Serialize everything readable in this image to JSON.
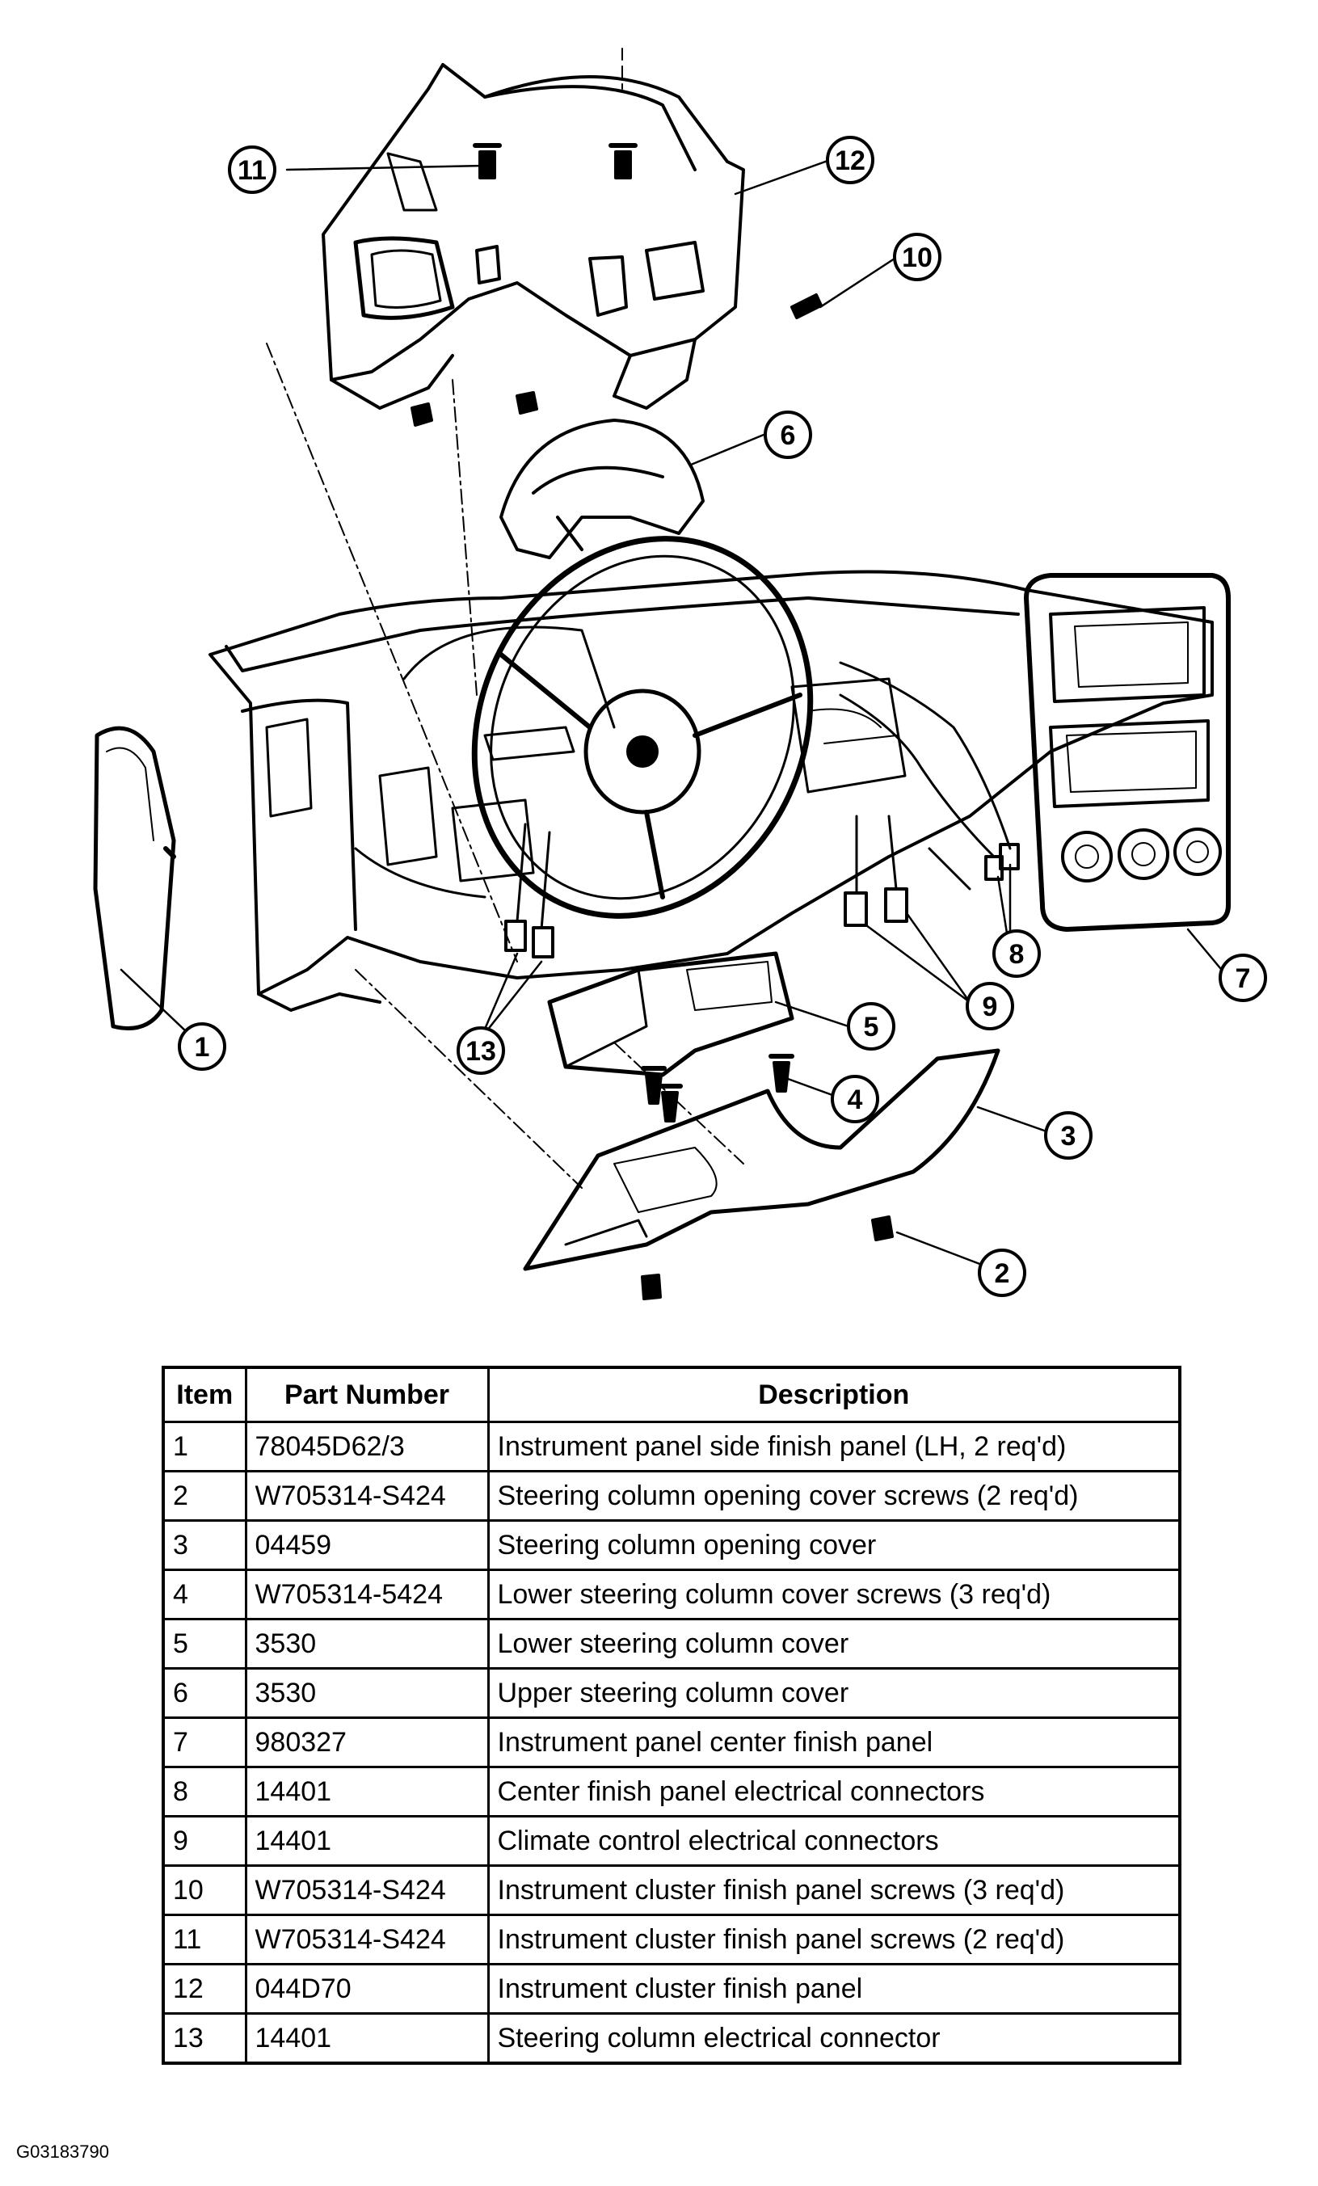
{
  "callouts": [
    "1",
    "2",
    "3",
    "4",
    "5",
    "6",
    "7",
    "8",
    "9",
    "10",
    "11",
    "12",
    "13"
  ],
  "table": {
    "headers": {
      "item": "Item",
      "part": "Part Number",
      "desc": "Description"
    },
    "rows": [
      {
        "item": "1",
        "part": "78045D62/3",
        "desc": "Instrument panel side finish panel (LH, 2 req'd)"
      },
      {
        "item": "2",
        "part": "W705314-S424",
        "desc": "Steering column opening cover screws (2 req'd)"
      },
      {
        "item": "3",
        "part": "04459",
        "desc": "Steering column opening cover"
      },
      {
        "item": "4",
        "part": "W705314-5424",
        "desc": "Lower steering column cover screws (3 req'd)"
      },
      {
        "item": "5",
        "part": "3530",
        "desc": "Lower steering column cover"
      },
      {
        "item": "6",
        "part": "3530",
        "desc": "Upper steering column cover"
      },
      {
        "item": "7",
        "part": "980327",
        "desc": "Instrument panel center finish panel"
      },
      {
        "item": "8",
        "part": "14401",
        "desc": "Center finish panel electrical connectors"
      },
      {
        "item": "9",
        "part": "14401",
        "desc": "Climate control electrical connectors"
      },
      {
        "item": "10",
        "part": "W705314-S424",
        "desc": "Instrument cluster finish panel screws (3 req'd)"
      },
      {
        "item": "11",
        "part": "W705314-S424",
        "desc": "Instrument cluster finish panel screws (2 req'd)"
      },
      {
        "item": "12",
        "part": "044D70",
        "desc": "Instrument cluster finish panel"
      },
      {
        "item": "13",
        "part": "14401",
        "desc": "Steering column electrical connector"
      }
    ]
  },
  "figure_id": "G03183790"
}
